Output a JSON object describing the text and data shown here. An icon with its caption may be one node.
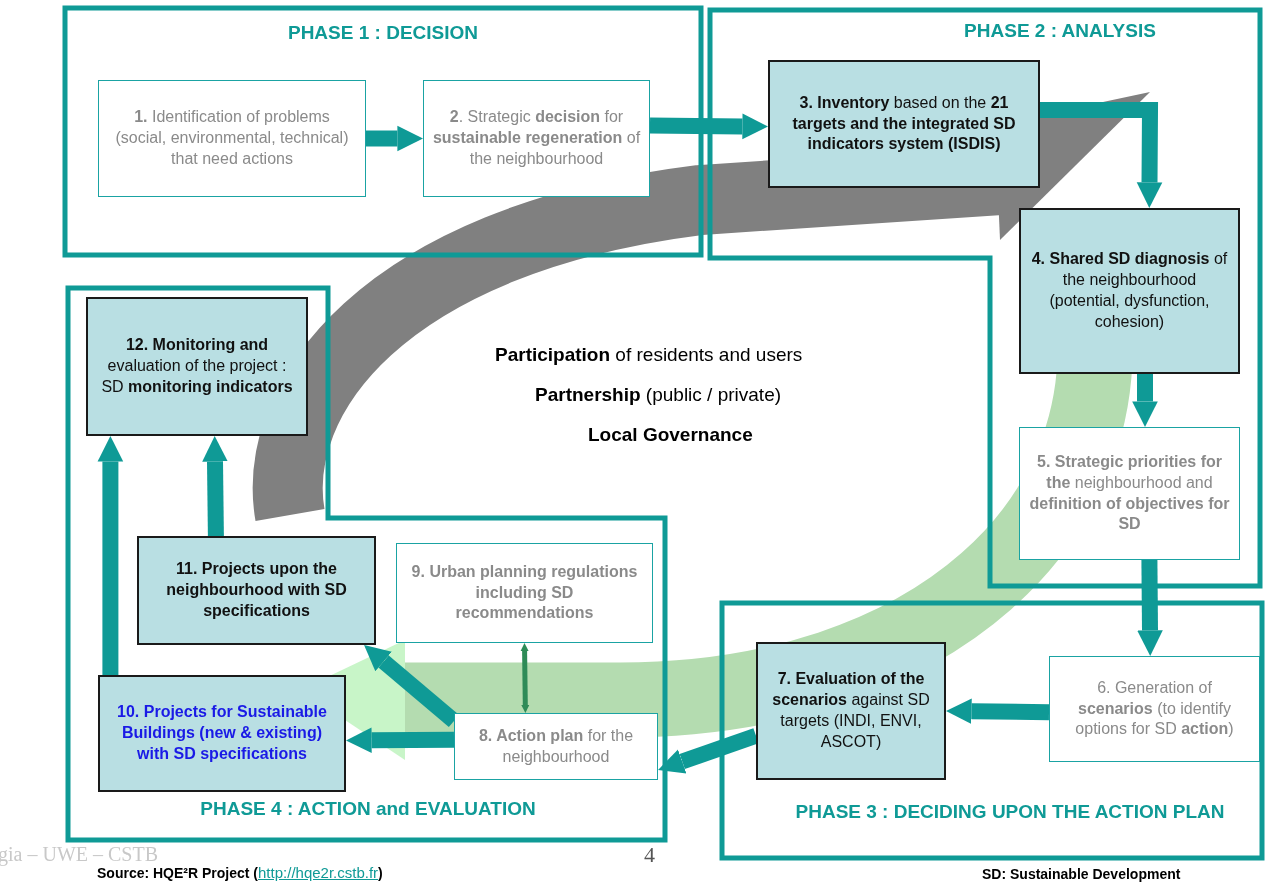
{
  "diagram": {
    "nodes": [
      {
        "text": [
          "PHASE 1 : DECISION"
        ]
      },
      {
        "text": [
          "**1.** Identification of problems (social, environmental, technical) that need actions"
        ],
        "in": 0
      },
      {
        "text": [
          "**2**. Strategic **decision** for **sustainable regeneration** of the neighbourhood"
        ],
        "in": 0
      },
      {
        "text": [
          "PHASE 2 : ANALYSIS"
        ]
      },
      {
        "text": [
          "**3. Inventory** based on the **21 targets and the integrated SD indicators system (ISDIS)**"
        ],
        "in": 3
      },
      {
        "text": [
          "**4. Shared SD diagnosis** of the neighbourhood (potential, dysfunction, cohesion)"
        ],
        "in": 3
      },
      {
        "text": [
          "**5. Strategic priorities for the** neighbourhood and **definition of objectives for SD**"
        ],
        "in": 3
      },
      {
        "text": [
          "PHASE 3 : DECIDING UPON THE ACTION PLAN"
        ]
      },
      {
        "text": [
          "6. Generation of **scenarios** (to identify options for SD **action**)"
        ],
        "in": 7
      },
      {
        "text": [
          "**7. Evaluation of the scenarios** against SD targets (INDI, ENVI, ASCOT)"
        ],
        "in": 7
      },
      {
        "text": [
          "PHASE 4 : ACTION and EVALUATION"
        ]
      },
      {
        "text": [
          "**8. Action plan** for the neighbourhood"
        ],
        "in": 10
      },
      {
        "text": [
          "9. Urban planning regulations including SD recommendations"
        ],
        "in": 10
      },
      {
        "text": [
          "10. Projects for Sustainable Buildings (new & existing) with SD specifications"
        ],
        "in": 10
      },
      {
        "text": [
          "11. Projects upon the neighbourhood with  SD specifications"
        ],
        "in": 10
      },
      {
        "text": [
          "**12. Monitoring and** evaluation of the project : SD **monitoring indicators**"
        ],
        "in": 10
      }
    ],
    "edges": [
      {
        "from": 1,
        "to": 2,
        "arrow": "to"
      },
      {
        "from": 2,
        "to": 4,
        "arrow": "to"
      },
      {
        "from": 4,
        "to": 5,
        "arrow": "to"
      },
      {
        "from": 5,
        "to": 6,
        "arrow": "to"
      },
      {
        "from": 6,
        "to": 8,
        "arrow": "to"
      },
      {
        "from": 8,
        "to": 9,
        "arrow": "to"
      },
      {
        "from": 9,
        "to": 11,
        "arrow": "to"
      },
      {
        "from": 11,
        "to": 14,
        "arrow": "to"
      },
      {
        "from": 11,
        "to": 13,
        "arrow": "to"
      },
      {
        "from": 12,
        "to": 11,
        "arrow": "both",
        "color": "#2e8b57"
      },
      {
        "from": 14,
        "to": 15,
        "arrow": "to"
      },
      {
        "from": 13,
        "to": 15,
        "arrow": "to"
      }
    ],
    "labels": [
      "**Participation** of residents and users",
      "**Partnership** (public / private)",
      "Local Governance",
      "gia – UWE – CSTB",
      "4",
      "Source: HQE²R Project (",
      "http://hqe2r.cstb.fr",
      ")",
      "SD: Sustainable Development"
    ]
  }
}
